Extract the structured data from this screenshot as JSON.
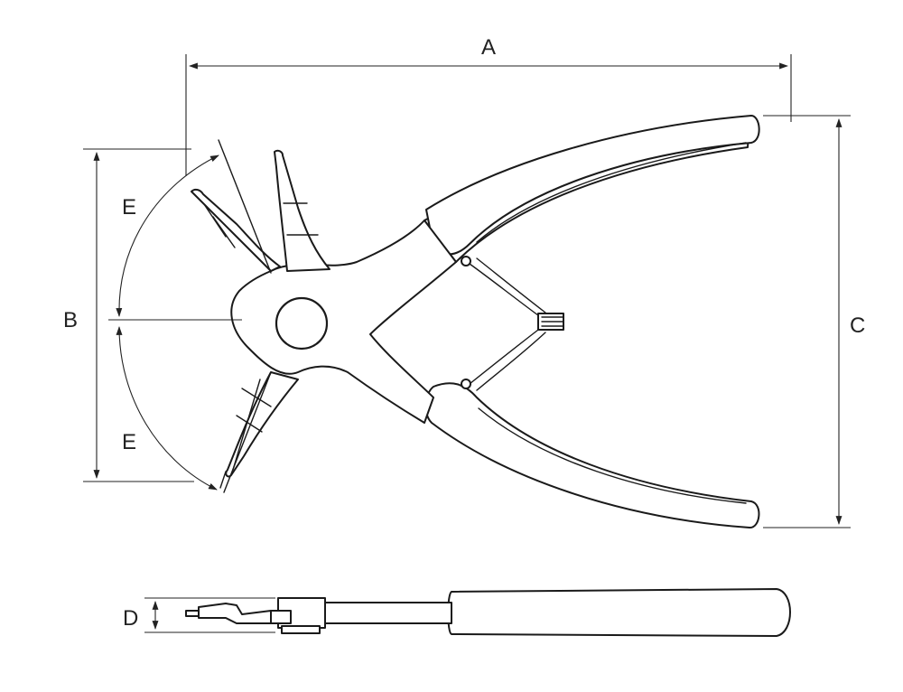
{
  "diagram": {
    "labels": {
      "A": "A",
      "B": "B",
      "C": "C",
      "D": "D",
      "E_upper": "E",
      "E_lower": "E"
    },
    "line_color": "#1a1a1a",
    "background": "#ffffff"
  }
}
